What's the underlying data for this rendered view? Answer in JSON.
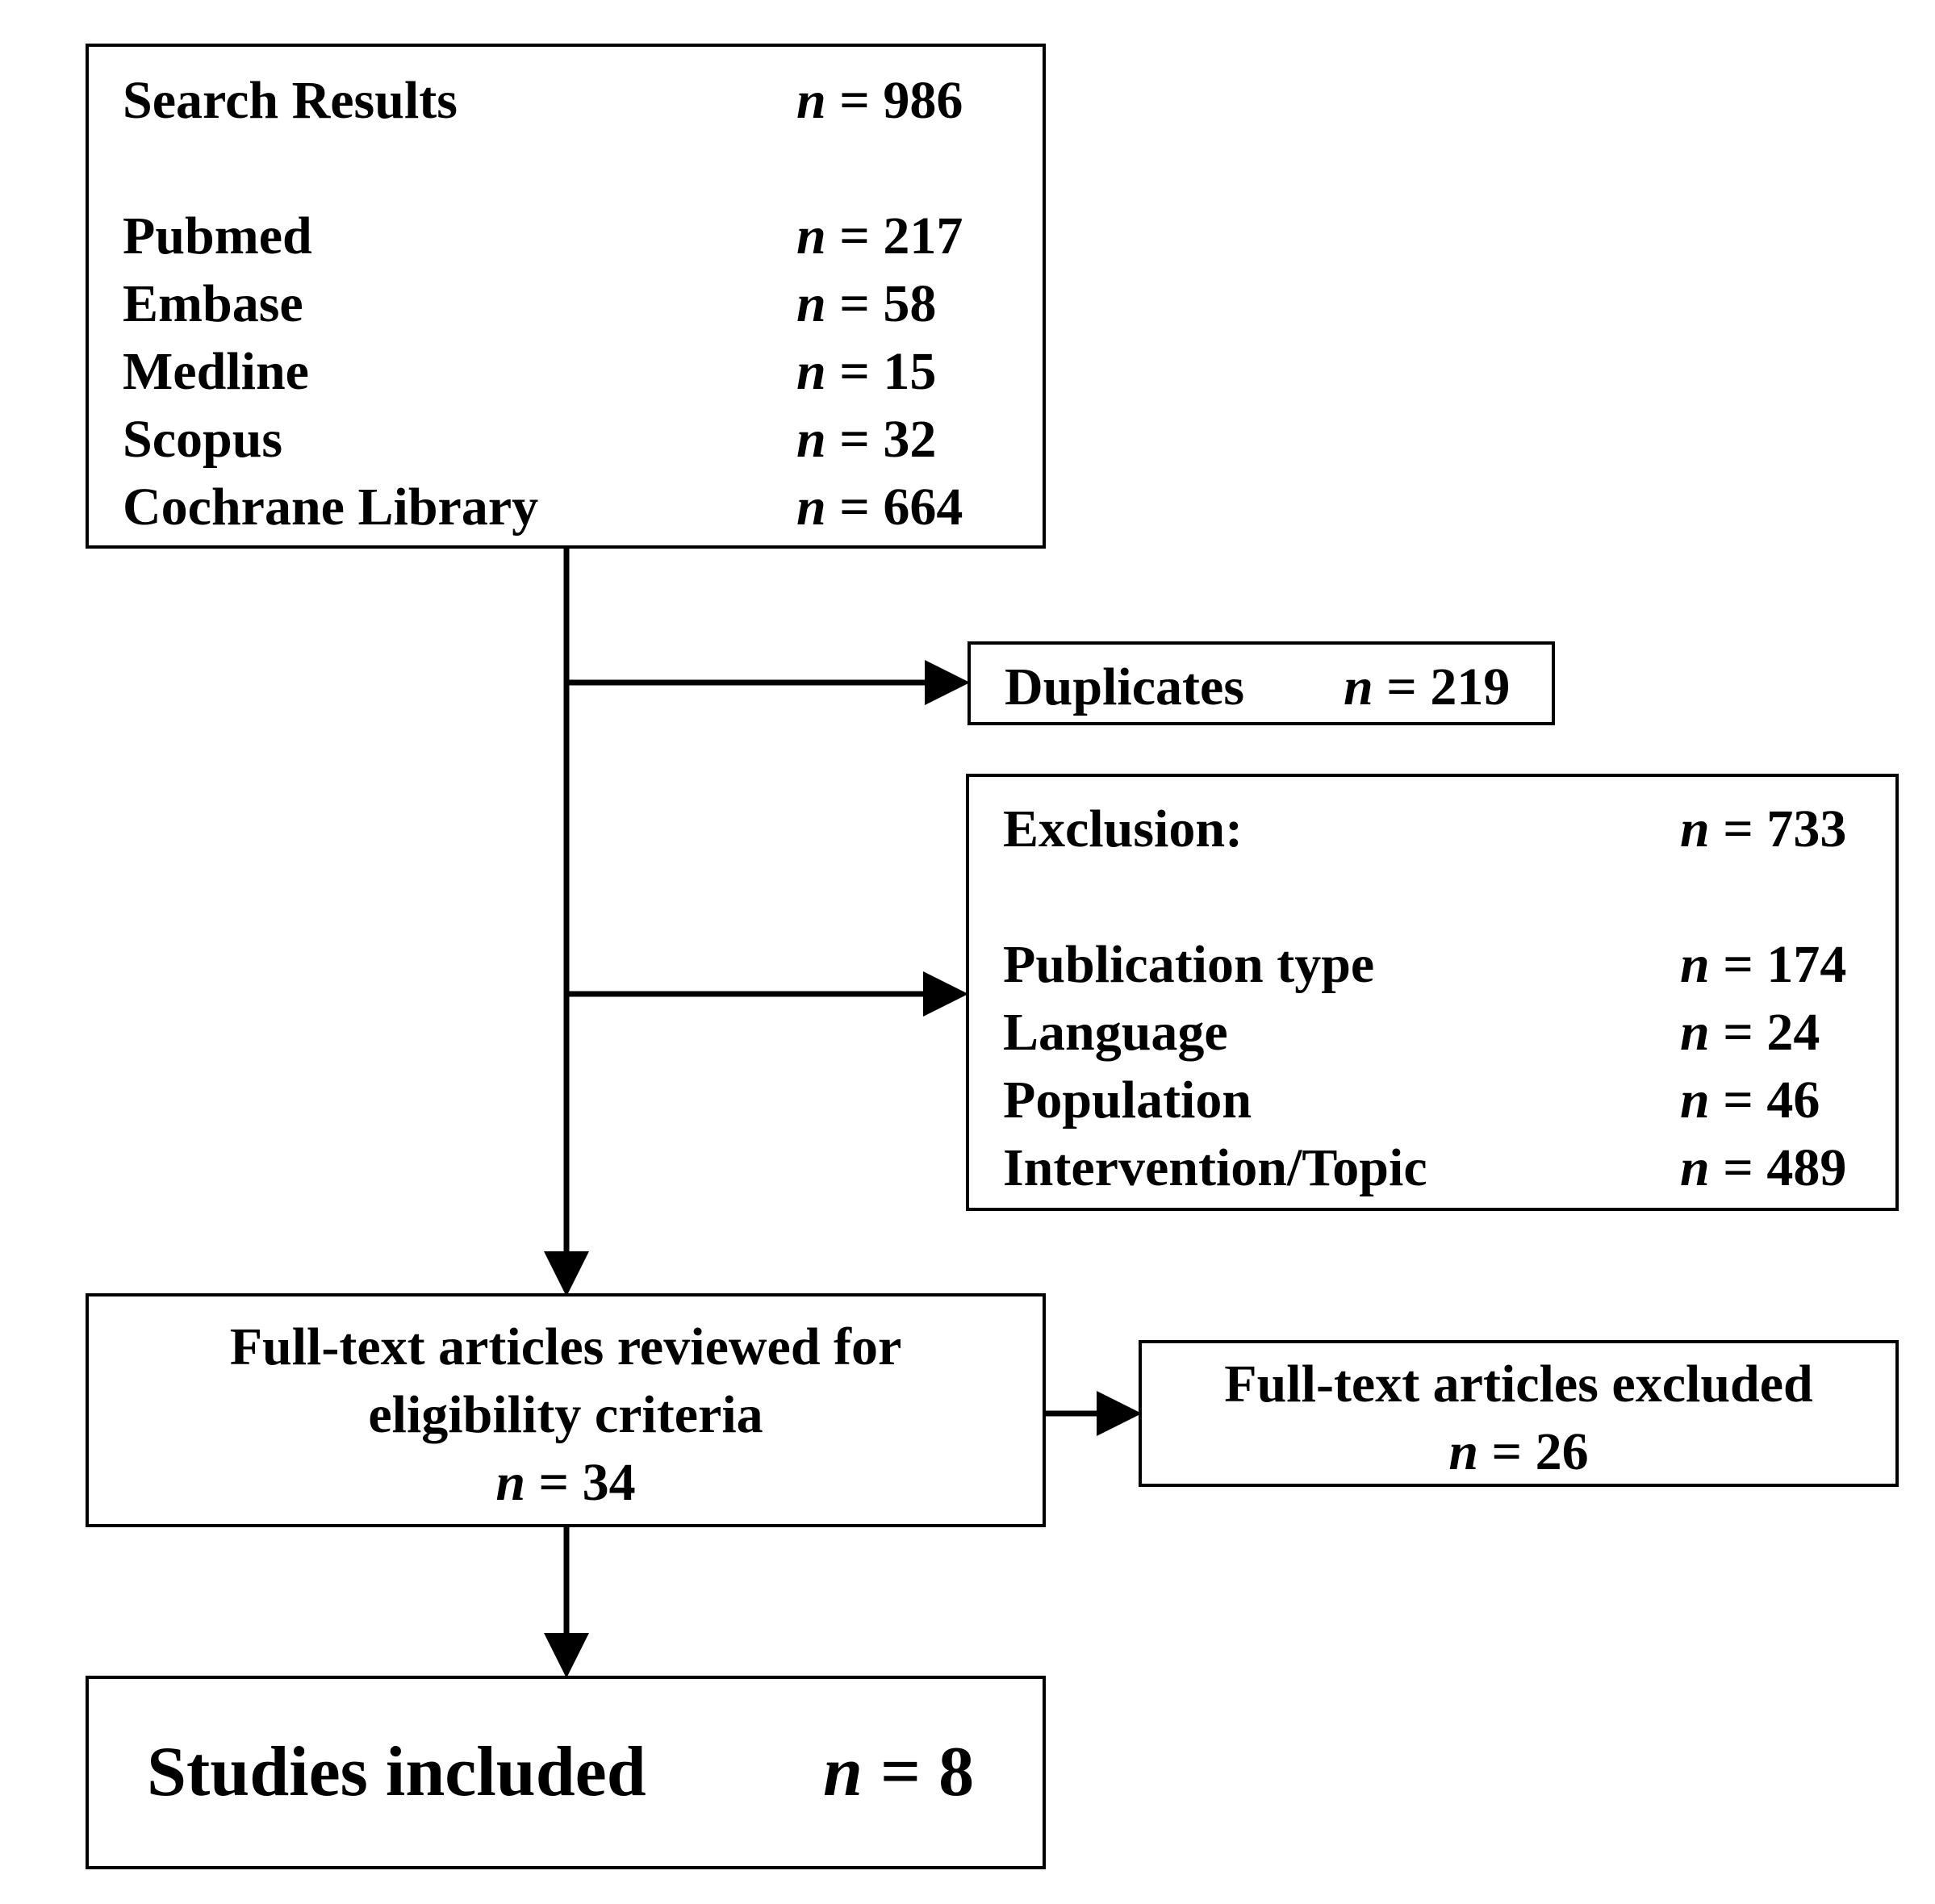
{
  "n_symbol": "n",
  "equals": "=",
  "search": {
    "title": "Search Results",
    "total": "986",
    "sources": [
      {
        "label": "Pubmed",
        "count": "217"
      },
      {
        "label": "Embase",
        "count": "58"
      },
      {
        "label": "Medline",
        "count": "15"
      },
      {
        "label": "Scopus",
        "count": "32"
      },
      {
        "label": "Cochrane Library",
        "count": "664"
      }
    ]
  },
  "duplicates": {
    "label": "Duplicates",
    "count": "219"
  },
  "exclusion": {
    "title": "Exclusion:",
    "total": "733",
    "reasons": [
      {
        "label": "Publication type",
        "count": "174"
      },
      {
        "label": "Language",
        "count": "24"
      },
      {
        "label": "Population",
        "count": "46"
      },
      {
        "label": "Intervention/Topic",
        "count": "489"
      }
    ]
  },
  "fulltext_reviewed": {
    "line1": "Full-text articles reviewed for",
    "line2": "eligibility criteria",
    "count": "34"
  },
  "fulltext_excluded": {
    "line1": "Full-text articles excluded",
    "count": "26"
  },
  "included": {
    "label": "Studies included",
    "count": "8"
  }
}
